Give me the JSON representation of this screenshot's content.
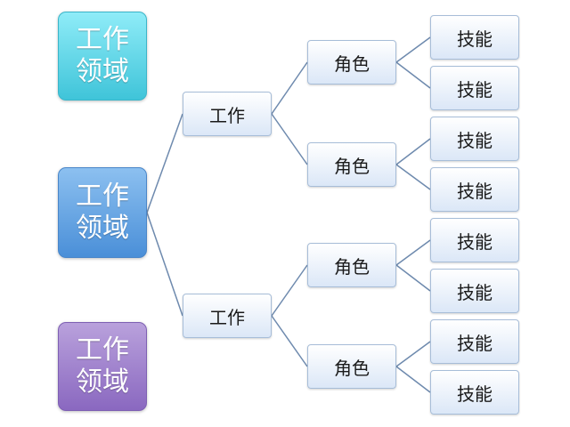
{
  "domains": [
    {
      "label": "工作\n领域"
    },
    {
      "label": "工作\n领域"
    },
    {
      "label": "工作\n领域"
    }
  ],
  "tree": {
    "works": [
      {
        "label": "工作",
        "roles": [
          {
            "label": "角色",
            "skills": [
              "技能",
              "技能"
            ]
          },
          {
            "label": "角色",
            "skills": [
              "技能",
              "技能"
            ]
          }
        ]
      },
      {
        "label": "工作",
        "roles": [
          {
            "label": "角色",
            "skills": [
              "技能",
              "技能"
            ]
          },
          {
            "label": "角色",
            "skills": [
              "技能",
              "技能"
            ]
          }
        ]
      }
    ]
  },
  "colors": {
    "domain_top": "#3fc4d9",
    "domain_middle": "#4a8fd8",
    "domain_bottom": "#8a68c0",
    "connector": "#6e8aae",
    "node_border": "#a7bdd8"
  }
}
